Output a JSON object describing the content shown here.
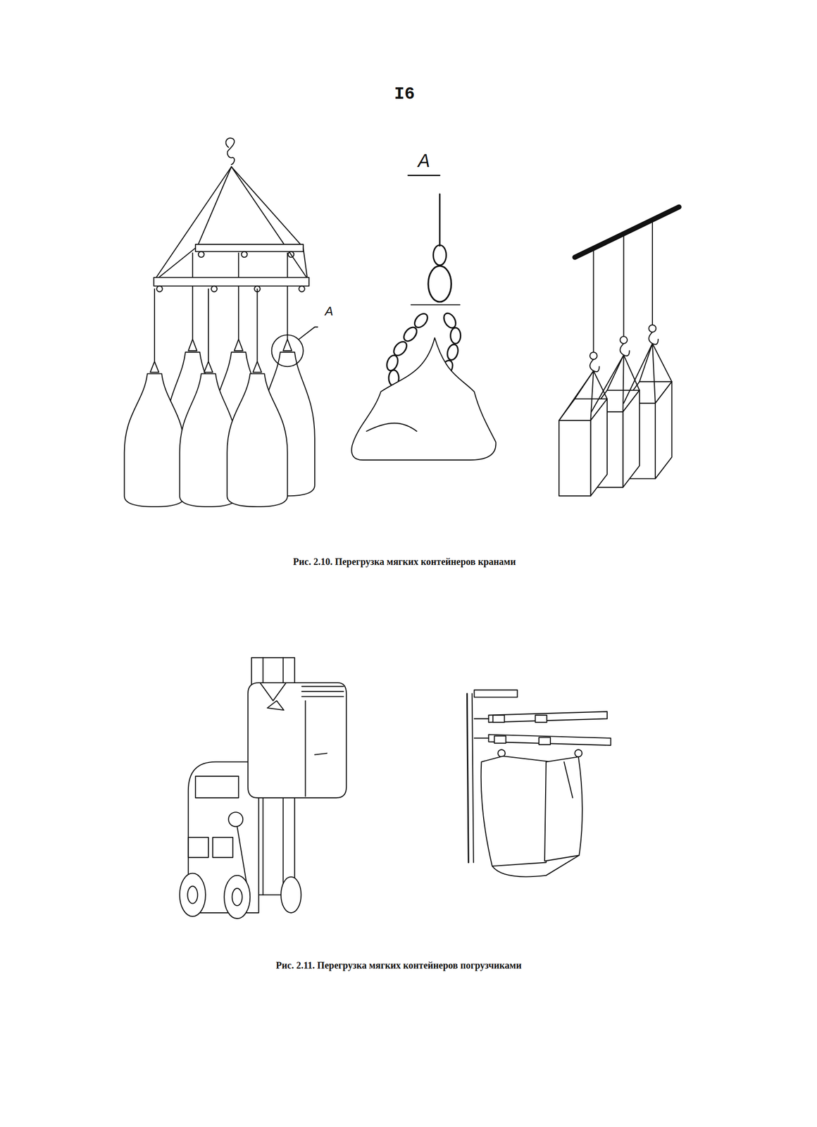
{
  "diagram": {
    "labels": [
      "I6",
      "A",
      "A",
      "Рис. 2.10. Перегрузка мягких контейнеров кранами",
      "Рис. 2.11. Перегрузка мягких контейнеров погрузчиками"
    ]
  }
}
